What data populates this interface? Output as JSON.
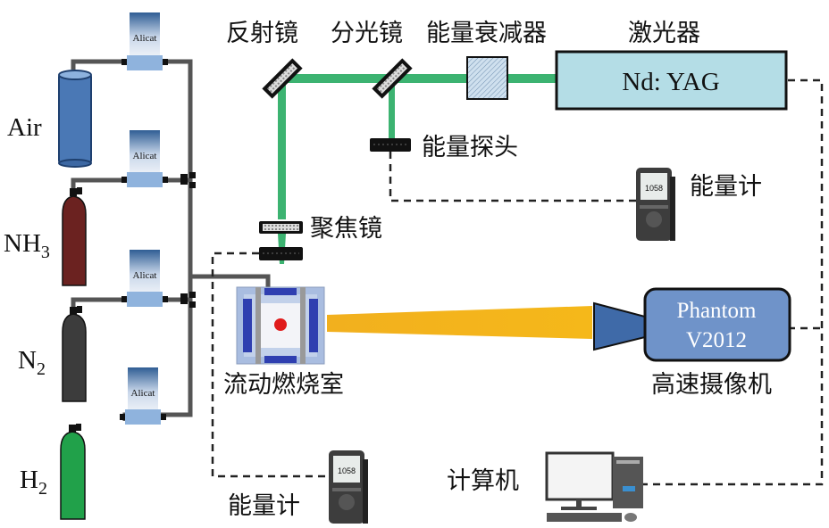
{
  "title": "NH3/H2 flow-combustion laser ignition experimental setup",
  "colors": {
    "laser_beam": "#3cb371",
    "pipe": "#555555",
    "camera_beam": "#f2b01e",
    "laser_box": "#b4dde6",
    "camera_body": "#6f93c9",
    "air_cylinder": "#4a78b5",
    "nh3_cylinder": "#6b2220",
    "n2_cylinder": "#3c3c3c",
    "h2_cylinder": "#21a14a"
  },
  "gases": [
    {
      "name": "Air",
      "sub": ""
    },
    {
      "name": "NH",
      "sub": "3"
    },
    {
      "name": "N",
      "sub": "2"
    },
    {
      "name": "H",
      "sub": "2"
    }
  ],
  "flow_controller_label": "Alicat",
  "optics": {
    "reflector": "反射镜",
    "beam_splitter": "分光镜",
    "attenuator": "能量衰减器",
    "laser": "激光器",
    "laser_model": "Nd: YAG",
    "energy_probe": "能量探头",
    "focusing_lens": "聚焦镜"
  },
  "energy_meter": {
    "label": "能量计",
    "reading": "1058"
  },
  "chamber_label": "流动燃烧室",
  "camera": {
    "label": "高速摄像机",
    "model_line1": "Phantom",
    "model_line2": "V2012"
  },
  "computer_label": "计算机"
}
